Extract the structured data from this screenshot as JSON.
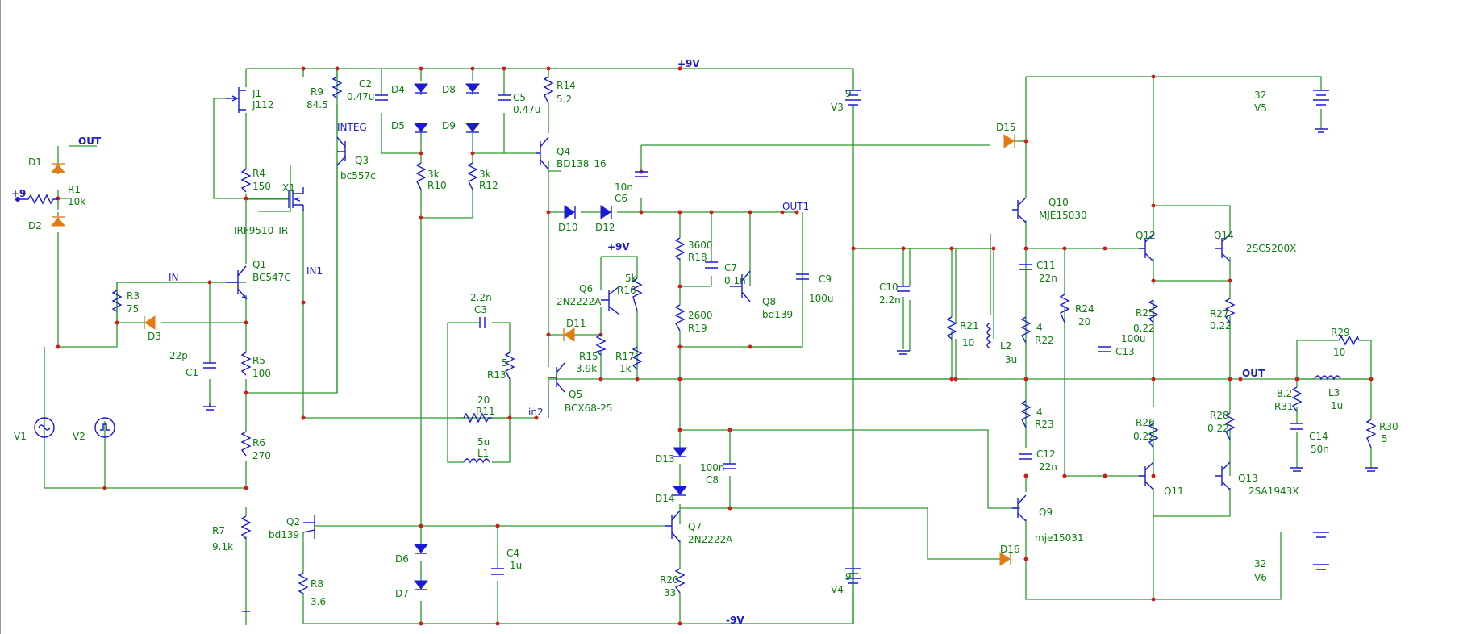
{
  "schematic": {
    "nets": {
      "pos_rail": "+9V",
      "neg_rail": "-9V",
      "pos_rail_short": "+9",
      "out_left": "OUT",
      "out_main": "OUT",
      "out1": "OUT1",
      "in": "IN",
      "in1": "IN1",
      "integ": "INTEG",
      "in2": "in2",
      "q6_rail": "+9V"
    },
    "components": {
      "D1": {
        "name": "D1"
      },
      "D2": {
        "name": "D2"
      },
      "D3": {
        "name": "D3"
      },
      "R1": {
        "name": "R1",
        "value": "10k"
      },
      "R3": {
        "name": "R3",
        "value": "75"
      },
      "C1": {
        "name": "C1",
        "value": "22p"
      },
      "V1": {
        "name": "V1"
      },
      "V2": {
        "name": "V2"
      },
      "J1": {
        "name": "J1",
        "value": "J112"
      },
      "R4": {
        "name": "R4",
        "value": "150"
      },
      "X1": {
        "name": "X1",
        "value": "IRF9510_IR"
      },
      "Q1": {
        "name": "Q1",
        "value": "BC547C"
      },
      "R5": {
        "name": "R5",
        "value": "100"
      },
      "R6": {
        "name": "R6",
        "value": "270"
      },
      "R7": {
        "name": "R7",
        "value": "9.1k"
      },
      "R9": {
        "name": "R9",
        "value": "84.5"
      },
      "C2": {
        "name": "C2",
        "value": "0.47u"
      },
      "Q3": {
        "name": "Q3",
        "value": "bc557c"
      },
      "Q2": {
        "name": "Q2",
        "value": "bd139"
      },
      "R8": {
        "name": "R8",
        "value": "3.6"
      },
      "D4": {
        "name": "D4"
      },
      "D5": {
        "name": "D5"
      },
      "D6": {
        "name": "D6"
      },
      "D7": {
        "name": "D7"
      },
      "D8": {
        "name": "D8"
      },
      "D9": {
        "name": "D9"
      },
      "R10": {
        "name": "R10",
        "value": "3k"
      },
      "R12": {
        "name": "R12",
        "value": "3k"
      },
      "C5": {
        "name": "C5",
        "value": "0.47u"
      },
      "R14": {
        "name": "R14",
        "value": "5.2"
      },
      "Q4": {
        "name": "Q4",
        "value": "BD138_16"
      },
      "C3": {
        "name": "C3",
        "value": "2.2n"
      },
      "R13": {
        "name": "R13",
        "value": "5"
      },
      "R11": {
        "name": "R11",
        "value": "20"
      },
      "L1": {
        "name": "L1",
        "value": "5u"
      },
      "C4": {
        "name": "C4",
        "value": "1u"
      },
      "D10": {
        "name": "D10"
      },
      "D12": {
        "name": "D12"
      },
      "C6": {
        "name": "C6",
        "value": "10n"
      },
      "D11": {
        "name": "D11"
      },
      "Q6": {
        "name": "Q6",
        "value": "2N2222A"
      },
      "R16": {
        "name": "R16",
        "value": "5k"
      },
      "R15": {
        "name": "R15",
        "value": "3.9k"
      },
      "R17": {
        "name": "R17",
        "value": "1k"
      },
      "Q5": {
        "name": "Q5",
        "value": "BCX68-25"
      },
      "R18": {
        "name": "R18",
        "value": "3600"
      },
      "R19": {
        "name": "R19",
        "value": "2600"
      },
      "C7": {
        "name": "C7",
        "value": "0.1n"
      },
      "Q8": {
        "name": "Q8",
        "value": "bd139"
      },
      "C9": {
        "name": "C9",
        "value": "100u"
      },
      "D13": {
        "name": "D13"
      },
      "D14": {
        "name": "D14"
      },
      "C8": {
        "name": "C8",
        "value": "100n"
      },
      "Q7": {
        "name": "Q7",
        "value": "2N2222A"
      },
      "R20": {
        "name": "R20",
        "value": "33"
      },
      "V3": {
        "name": "V3",
        "value": "9"
      },
      "V4": {
        "name": "V4",
        "value": "9"
      },
      "C10": {
        "name": "C10",
        "value": "2.2n"
      },
      "R21": {
        "name": "R21",
        "value": "10"
      },
      "L2": {
        "name": "L2",
        "value": "3u"
      },
      "D15": {
        "name": "D15"
      },
      "D16": {
        "name": "D16"
      },
      "Q10": {
        "name": "Q10",
        "value": "MJE15030"
      },
      "Q9": {
        "name": "Q9",
        "value": "mje15031"
      },
      "C11": {
        "name": "C11",
        "value": "22n"
      },
      "C12": {
        "name": "C12",
        "value": "22n"
      },
      "R22": {
        "name": "R22",
        "value": "4"
      },
      "R23": {
        "name": "R23",
        "value": "4"
      },
      "R24": {
        "name": "R24",
        "value": "20"
      },
      "C13": {
        "name": "C13",
        "value": "100u"
      },
      "Q12": {
        "name": "Q12"
      },
      "Q14": {
        "name": "Q14",
        "value": "2SC5200X"
      },
      "Q11": {
        "name": "Q11"
      },
      "Q13": {
        "name": "Q13",
        "value": "2SA1943X"
      },
      "R25": {
        "name": "R25",
        "value": "0.22"
      },
      "R26": {
        "name": "R26",
        "value": "0.22"
      },
      "R27": {
        "name": "R27",
        "value": "0.22"
      },
      "R28": {
        "name": "R28",
        "value": "0.22"
      },
      "V5": {
        "name": "V5",
        "value": "32"
      },
      "V6": {
        "name": "V6",
        "value": "32"
      },
      "R29": {
        "name": "R29",
        "value": "10"
      },
      "R31": {
        "name": "R31",
        "value": "8.2"
      },
      "L3": {
        "name": "L3",
        "value": "1u"
      },
      "C14": {
        "name": "C14",
        "value": "50n"
      },
      "R30": {
        "name": "R30",
        "value": "5"
      }
    },
    "colors": {
      "wire": "#2a9a2a",
      "symbol": "#1a1ad6",
      "highlight_diode": "#e07c10",
      "junction": "#d11c1c",
      "label": "#0b7d0b"
    }
  }
}
